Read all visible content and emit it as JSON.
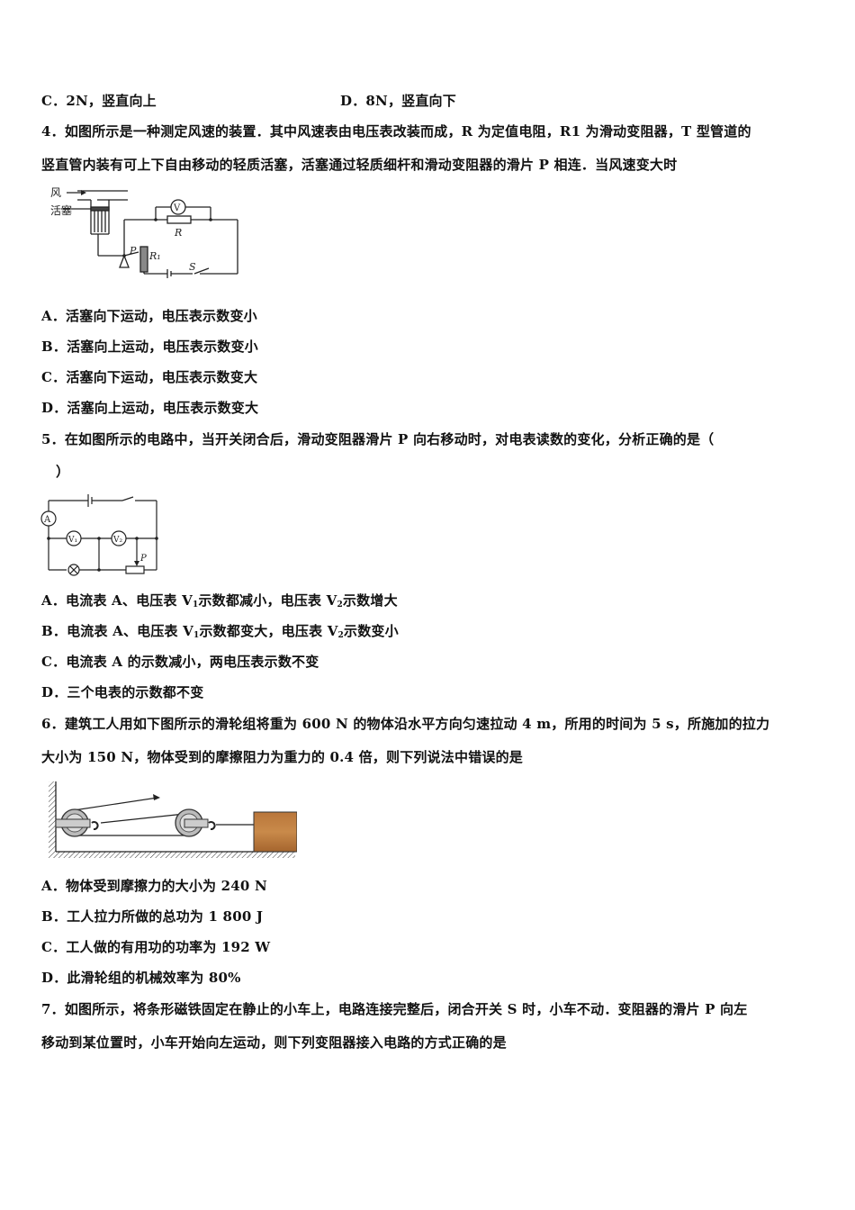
{
  "prev_question": {
    "option_c": "C．2N，竖直向上",
    "option_d": "D．8N，竖直向下"
  },
  "questions": [
    {
      "number": "4",
      "stem_line1": "4．如图所示是一种测定风速的装置．其中风速表由电压表改装而成，R 为定值电阻，R1 为滑动变阻器，T 型管道的",
      "stem_line2": "竖直管内装有可上下自由移动的轻质活塞，活塞通过轻质细杆和滑动变阻器的滑片 P 相连．当风速变大时",
      "figure": {
        "labels": {
          "wind": "风",
          "piston": "活塞",
          "voltmeter": "V",
          "resistor": "R",
          "slider": "P",
          "rheostat": "R₁",
          "switch": "S"
        }
      },
      "options": [
        "A．活塞向下运动，电压表示数变小",
        "B．活塞向上运动，电压表示数变小",
        "C．活塞向下运动，电压表示数变大",
        "D．活塞向上运动，电压表示数变大"
      ]
    },
    {
      "number": "5",
      "stem_line1": "5．在如图所示的电路中，当开关闭合后，滑动变阻器滑片 P 向右移动时，对电表读数的变化，分析正确的是（",
      "stem_line2": "）",
      "figure": {
        "labels": {
          "ammeter": "A",
          "voltmeter1": "V₁",
          "voltmeter2": "V₂",
          "slider": "P"
        }
      },
      "options": [
        {
          "prefix": "A．电流表 A、电压表 V",
          "sub1": "1",
          "mid": "示数都减小，电压表 V",
          "sub2": "2",
          "suffix": "示数增大"
        },
        {
          "prefix": "B．电流表 A、电压表 V",
          "sub1": "1",
          "mid": "示数都变大，电压表 V",
          "sub2": "2",
          "suffix": "示数变小"
        },
        {
          "text": "C．电流表 A 的示数减小，两电压表示数不变"
        },
        {
          "text": "D．三个电表的示数都不变"
        }
      ]
    },
    {
      "number": "6",
      "stem_line1": "6．建筑工人用如下图所示的滑轮组将重为 600 N 的物体沿水平方向匀速拉动 4 m，所用的时间为 5 s，所施加的拉力",
      "stem_line2": "大小为 150 N，物体受到的摩擦阻力为重力的 0.4 倍，则下列说法中错误的是",
      "options": [
        "A．物体受到摩擦力的大小为 240 N",
        "B．工人拉力所做的总功为 1 800 J",
        "C．工人做的有用功的功率为 192 W",
        "D．此滑轮组的机械效率为 80%"
      ]
    },
    {
      "number": "7",
      "stem_line1": "7．如图所示，将条形磁铁固定在静止的小车上，电路连接完整后，闭合开关 S 时，小车不动．变阻器的滑片 P 向左",
      "stem_line2": "移动到某位置时，小车开始向左运动，则下列变阻器接入电路的方式正确的是"
    }
  ]
}
